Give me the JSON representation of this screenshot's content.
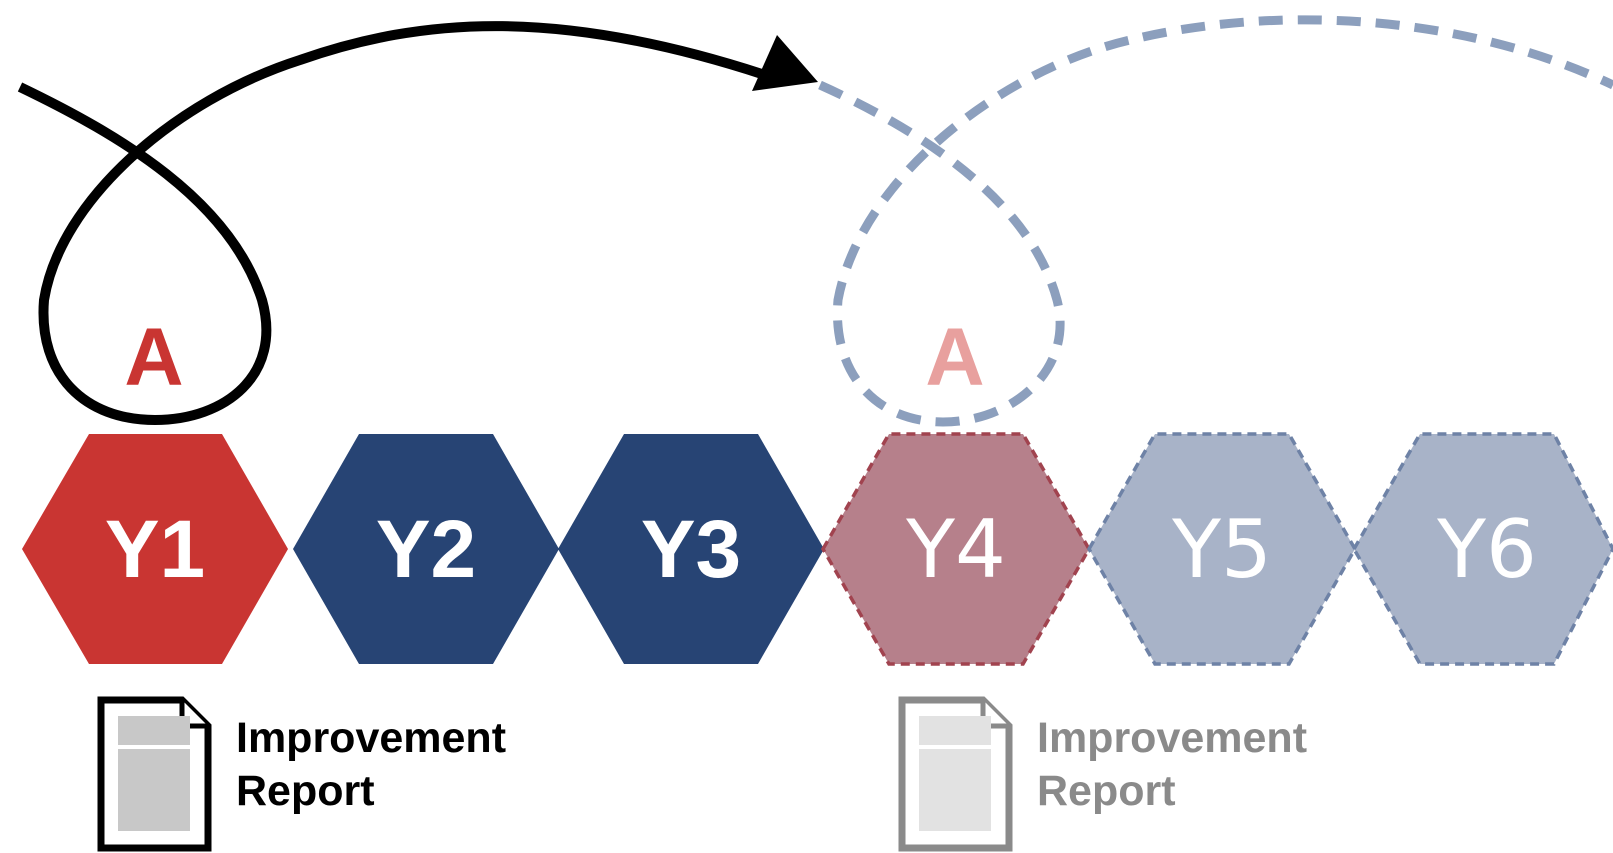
{
  "colors": {
    "red": "#c93532",
    "navy": "#274474",
    "faded_red": "#b6808b",
    "faded_blue": "#a8b3c8",
    "dash_blue": "#8c9fbd",
    "dash_red": "#a1434f",
    "label_faded_red": "#e8a09e",
    "black": "#000000",
    "gray_text": "#8a8a8a",
    "doc_gray": "#c8c8c8",
    "doc_gray_light": "#e2e2e2"
  },
  "hexagons": [
    {
      "label": "Y1",
      "style": "solid-red"
    },
    {
      "label": "Y2",
      "style": "solid-navy"
    },
    {
      "label": "Y3",
      "style": "solid-navy"
    },
    {
      "label": "Y4",
      "style": "faded-red"
    },
    {
      "label": "Y5",
      "style": "faded-blue"
    },
    {
      "label": "Y6",
      "style": "faded-blue"
    }
  ],
  "loops": [
    {
      "marker": "A",
      "style": "solid"
    },
    {
      "marker": "A",
      "style": "dashed"
    }
  ],
  "reports": [
    {
      "line1": "Improvement",
      "line2": "Report",
      "style": "solid"
    },
    {
      "line1": "Improvement",
      "line2": "Report",
      "style": "faded"
    }
  ],
  "icons": [
    "document-icon",
    "arrow-head-icon"
  ]
}
